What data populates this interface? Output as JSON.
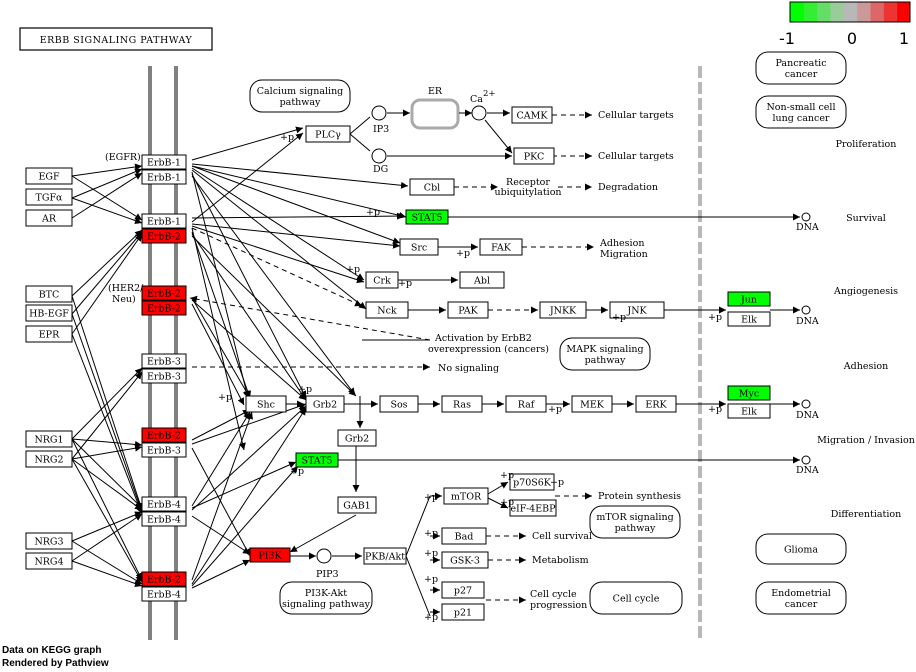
{
  "title": "ERBB SIGNALING PATHWAY",
  "colors": {
    "red": "#ff0000",
    "green": "#00ff00",
    "membrane": "#808080",
    "nucleus": "#b0b0b0"
  },
  "legend": {
    "labels": [
      "-1",
      "0",
      "1"
    ],
    "colors": [
      "#00ff00",
      "#33ee33",
      "#66dd66",
      "#99cc99",
      "#b8b8b8",
      "#cc9999",
      "#dd6666",
      "#ee3333",
      "#ff0000"
    ]
  },
  "footer": {
    "line1": "Data on KEGG graph",
    "line2": "Rendered by Pathview"
  },
  "nodes": [
    {
      "id": "egf",
      "text": "EGF",
      "color": "white"
    },
    {
      "id": "tgfa",
      "text": "TGFα",
      "color": "white"
    },
    {
      "id": "ar",
      "text": "AR",
      "color": "white"
    },
    {
      "id": "btc",
      "text": "BTC",
      "color": "white"
    },
    {
      "id": "hbegf",
      "text": "HB-EGF",
      "color": "white"
    },
    {
      "id": "epr",
      "text": "EPR",
      "color": "white"
    },
    {
      "id": "nrg1",
      "text": "NRG1",
      "color": "white"
    },
    {
      "id": "nrg2",
      "text": "NRG2",
      "color": "white"
    },
    {
      "id": "nrg3",
      "text": "NRG3",
      "color": "white"
    },
    {
      "id": "nrg4",
      "text": "NRG4",
      "color": "white"
    },
    {
      "id": "erbb1a",
      "text": "ErbB-1",
      "color": "white"
    },
    {
      "id": "erbb1b",
      "text": "ErbB-1",
      "color": "white"
    },
    {
      "id": "erbb1c",
      "text": "ErbB-1",
      "color": "white"
    },
    {
      "id": "erbb2a",
      "text": "ErbB-2",
      "color": "red"
    },
    {
      "id": "erbb2b",
      "text": "ErbB-2",
      "color": "red"
    },
    {
      "id": "erbb2c",
      "text": "ErbB-2",
      "color": "red"
    },
    {
      "id": "erbb3a",
      "text": "ErbB-3",
      "color": "white"
    },
    {
      "id": "erbb3b",
      "text": "ErbB-3",
      "color": "white"
    },
    {
      "id": "erbb2d",
      "text": "ErbB-2",
      "color": "red"
    },
    {
      "id": "erbb3c",
      "text": "ErbB-3",
      "color": "white"
    },
    {
      "id": "erbb4a",
      "text": "ErbB-4",
      "color": "white"
    },
    {
      "id": "erbb4b",
      "text": "ErbB-4",
      "color": "white"
    },
    {
      "id": "erbb2e",
      "text": "ErbB-2",
      "color": "red"
    },
    {
      "id": "erbb4c",
      "text": "ErbB-4",
      "color": "white"
    },
    {
      "id": "plcg",
      "text": "PLCγ",
      "color": "white"
    },
    {
      "id": "camk",
      "text": "CAMK",
      "color": "white"
    },
    {
      "id": "pkc",
      "text": "PKC",
      "color": "white"
    },
    {
      "id": "cbl",
      "text": "Cbl",
      "color": "white"
    },
    {
      "id": "stat5a",
      "text": "STAT5",
      "color": "green"
    },
    {
      "id": "src",
      "text": "Src",
      "color": "white"
    },
    {
      "id": "fak",
      "text": "FAK",
      "color": "white"
    },
    {
      "id": "crk",
      "text": "Crk",
      "color": "white"
    },
    {
      "id": "abl",
      "text": "Abl",
      "color": "white"
    },
    {
      "id": "nck",
      "text": "Nck",
      "color": "white"
    },
    {
      "id": "pak",
      "text": "PAK",
      "color": "white"
    },
    {
      "id": "jnkk",
      "text": "JNKK",
      "color": "white"
    },
    {
      "id": "jnk",
      "text": "JNK",
      "color": "white"
    },
    {
      "id": "jun",
      "text": "Jun",
      "color": "green"
    },
    {
      "id": "elk1",
      "text": "Elk",
      "color": "white"
    },
    {
      "id": "shc",
      "text": "Shc",
      "color": "white"
    },
    {
      "id": "grb2a",
      "text": "Grb2",
      "color": "white"
    },
    {
      "id": "sos",
      "text": "Sos",
      "color": "white"
    },
    {
      "id": "ras",
      "text": "Ras",
      "color": "white"
    },
    {
      "id": "raf",
      "text": "Raf",
      "color": "white"
    },
    {
      "id": "mek",
      "text": "MEK",
      "color": "white"
    },
    {
      "id": "erk",
      "text": "ERK",
      "color": "white"
    },
    {
      "id": "myc",
      "text": "Myc",
      "color": "green"
    },
    {
      "id": "elk2",
      "text": "Elk",
      "color": "white"
    },
    {
      "id": "grb2b",
      "text": "Grb2",
      "color": "white"
    },
    {
      "id": "stat5b",
      "text": "STAT5",
      "color": "green"
    },
    {
      "id": "gab1",
      "text": "GAB1",
      "color": "white"
    },
    {
      "id": "pi3k",
      "text": "PI3K",
      "color": "red"
    },
    {
      "id": "pkbakt",
      "text": "PKB/Akt",
      "color": "white"
    },
    {
      "id": "mtor",
      "text": "mTOR",
      "color": "white"
    },
    {
      "id": "p70s6k",
      "text": "p70S6K",
      "color": "white"
    },
    {
      "id": "eif4ebp",
      "text": "eIF-4EBP",
      "color": "white"
    },
    {
      "id": "bad",
      "text": "Bad",
      "color": "white"
    },
    {
      "id": "gsk3",
      "text": "GSK-3",
      "color": "white"
    },
    {
      "id": "p27",
      "text": "p27",
      "color": "white"
    },
    {
      "id": "p21",
      "text": "p21",
      "color": "white"
    }
  ],
  "maps": [
    {
      "id": "calcium",
      "lines": [
        "Calcium signaling",
        "pathway"
      ]
    },
    {
      "id": "mapk",
      "lines": [
        "MAPK signaling",
        "pathway"
      ]
    },
    {
      "id": "mtorpath",
      "lines": [
        "mTOR signaling",
        "pathway"
      ]
    },
    {
      "id": "pi3kakt",
      "lines": [
        "PI3K-Akt",
        "signaling pathway"
      ]
    },
    {
      "id": "cellcycle",
      "lines": [
        "Cell cycle"
      ]
    },
    {
      "id": "pancreatic",
      "lines": [
        "Pancreatic",
        "cancer"
      ]
    },
    {
      "id": "nsclc",
      "lines": [
        "Non-small cell",
        "lung cancer"
      ]
    },
    {
      "id": "glioma",
      "lines": [
        "Glioma"
      ]
    },
    {
      "id": "endometrial",
      "lines": [
        "Endometrial",
        "cancer"
      ]
    }
  ],
  "labels": {
    "egfr": "(EGFR)",
    "her2": "(HER2/",
    "neu": "Neu)",
    "er": "ER",
    "ca": "Ca",
    "ca_sup": "2+",
    "ip3": "IP3",
    "dg": "DG",
    "pip3": "PIP3",
    "cellular_targets_1": "Cellular targets",
    "cellular_targets_2": "Cellular targets",
    "receptor": "Receptor",
    "ubiquitylation": "ubiquitylation",
    "degradation": "Degradation",
    "adhesion_a": "Adhesion",
    "migration_a": "Migration",
    "activation_1": "Activation by ErbB2",
    "activation_2": "overexpression (cancers)",
    "no_signaling": "No signaling",
    "protein_synthesis": "Protein synthesis",
    "cell_survival": "Cell survival",
    "metabolism": "Metabolism",
    "cell_cycle_prog_1": "Cell cycle",
    "cell_cycle_prog_2": "progression",
    "dna": "DNA",
    "outcome_proliferation": "Proliferation",
    "outcome_survival": "Survival",
    "outcome_angiogenesis": "Angiogenesis",
    "outcome_adhesion": "Adhesion",
    "outcome_migration": "Migration / Invasion",
    "outcome_differentiation": "Differentiation",
    "plus_p": "+p"
  }
}
